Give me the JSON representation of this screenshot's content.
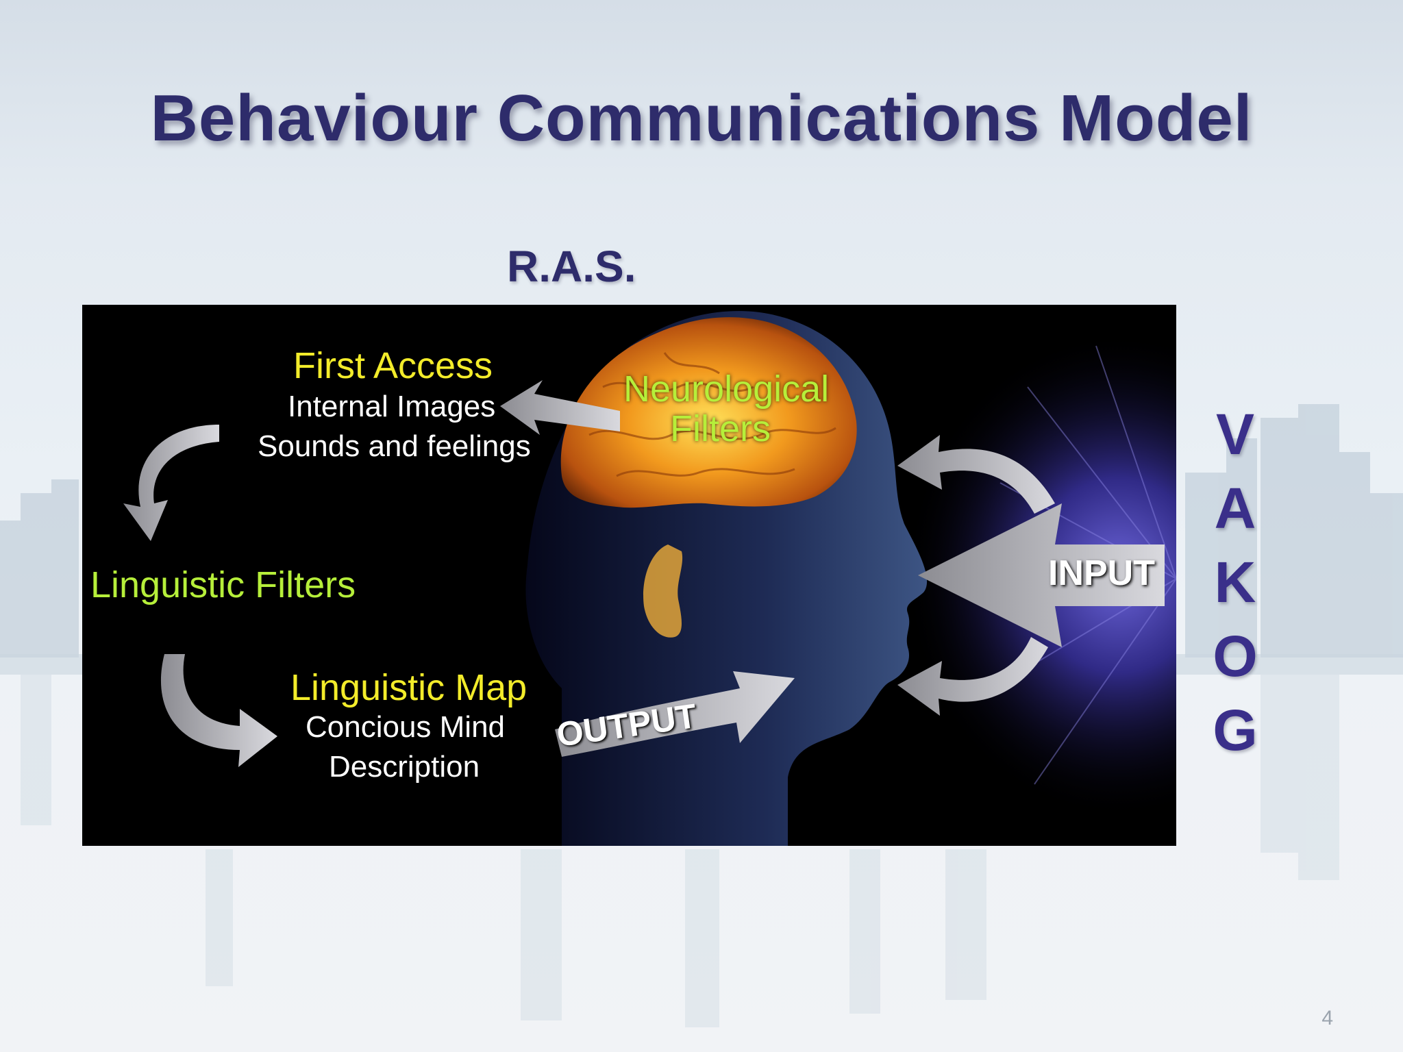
{
  "slide": {
    "title": "Behaviour Communications Model",
    "ras_label": "R.A.S.",
    "page_number": "4",
    "vakog": [
      "V",
      "A",
      "K",
      "O",
      "G"
    ]
  },
  "diagram": {
    "first_access": "First Access",
    "internal_images": "Internal Images",
    "sounds_feelings": "Sounds and feelings",
    "neurological": "Neurological",
    "filters": "Filters",
    "linguistic_filters": "Linguistic Filters",
    "linguistic_map": "Linguistic Map",
    "concious_mind": "Concious Mind",
    "description": "Description",
    "output": "OUTPUT",
    "input": "INPUT"
  },
  "colors": {
    "title": "#2e2c6b",
    "vakog": "#3a2f8a",
    "label_yellow": "#f3ec2a",
    "label_green": "#b6ef3a"
  },
  "icons": [
    "city-skyline-background",
    "head-silhouette",
    "brain",
    "arrows"
  ]
}
